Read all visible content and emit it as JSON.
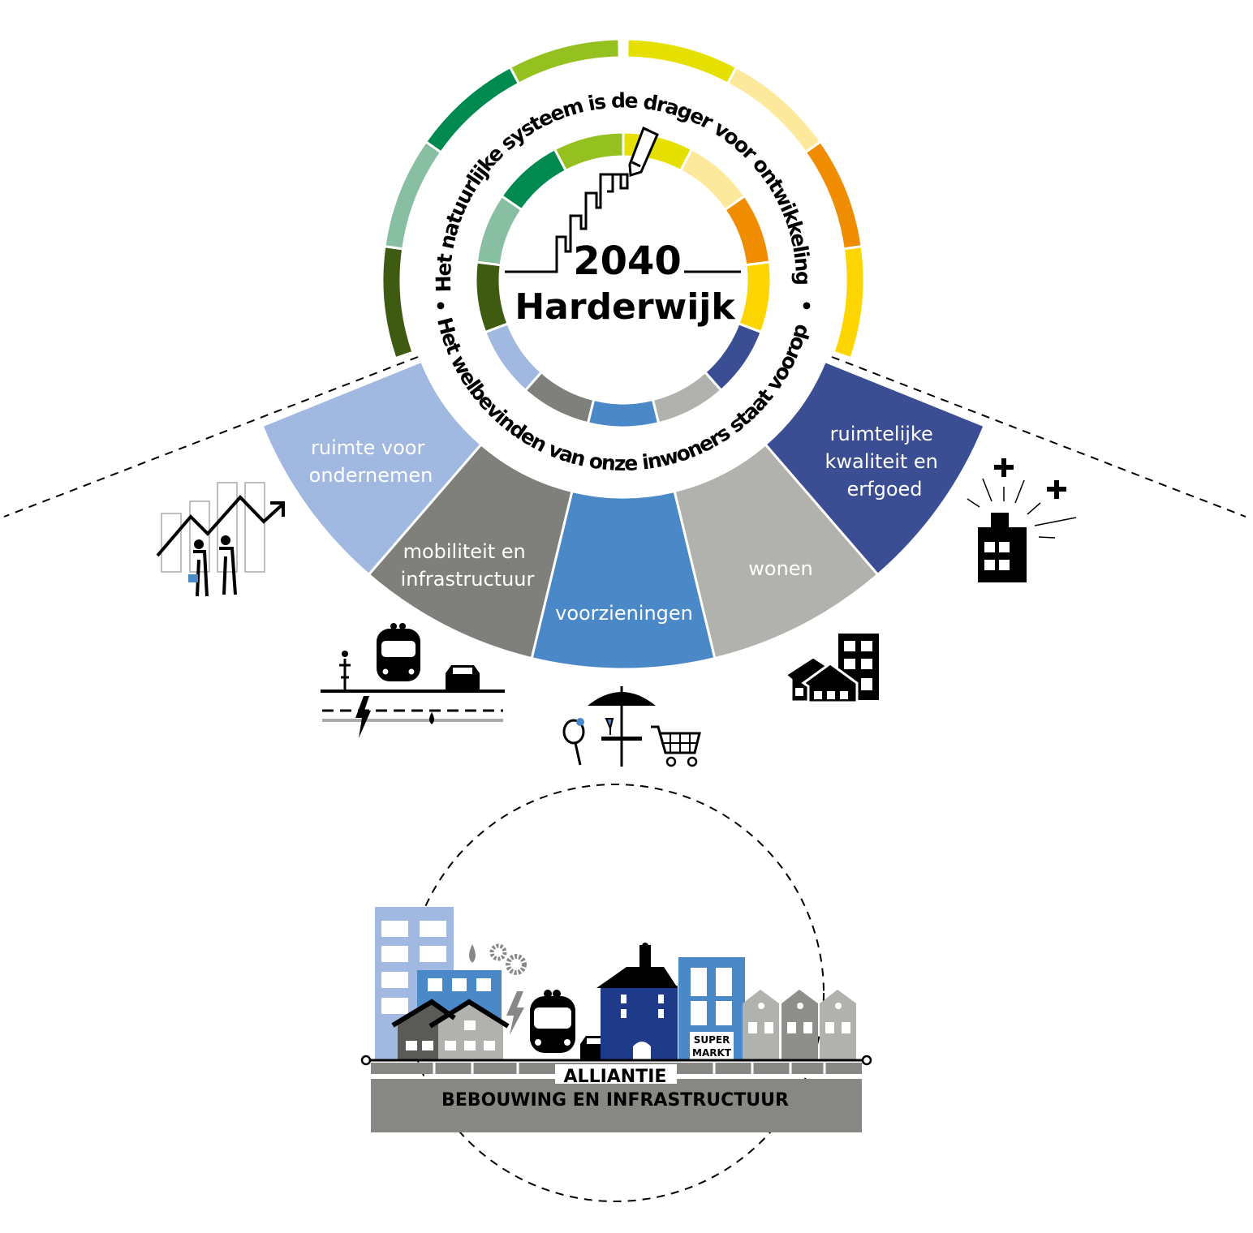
{
  "center": {
    "year": "2040",
    "name": "Harderwijk"
  },
  "ring_text": {
    "top": "Het natuurlijke systeem is de drager voor ontwikkeling",
    "bottom": "Het welbevinden van onze inwoners staat voorop",
    "separator": "•"
  },
  "colors": {
    "olive": "#3f5b12",
    "teal": "#88bfa2",
    "green": "#008a50",
    "yellowgreen": "#94c11f",
    "yellow": "#e5e000",
    "paleyellow": "#fde99b",
    "orange": "#ef8c00",
    "gold": "#fdd500",
    "navy": "#3b4e93",
    "lightgray": "#b1b2ad",
    "blue": "#4a88c8",
    "darkgray": "#7f807b",
    "lightblue": "#a1b9e1",
    "deepnavy": "#1f3a88"
  },
  "outer_ring": [
    "olive",
    "teal",
    "green",
    "yellowgreen",
    "yellow",
    "paleyellow",
    "orange",
    "gold"
  ],
  "inner_ring": [
    "yellow",
    "paleyellow",
    "orange",
    "gold",
    "navy",
    "lightgray",
    "blue",
    "darkgray",
    "lightblue",
    "olive",
    "teal",
    "green",
    "yellowgreen"
  ],
  "sectors": [
    {
      "id": "ruimtelijke-kwaliteit",
      "color": "navy",
      "lines": [
        "ruimtelijke",
        "kwaliteit en",
        "erfgoed"
      ]
    },
    {
      "id": "wonen",
      "color": "lightgray",
      "lines": [
        "wonen"
      ]
    },
    {
      "id": "voorzieningen",
      "color": "blue",
      "lines": [
        "voorzieningen"
      ]
    },
    {
      "id": "mobiliteit",
      "color": "darkgray",
      "lines": [
        "mobiliteit en",
        "infrastructuur"
      ]
    },
    {
      "id": "ruimte-voor-ondernemen",
      "color": "lightblue",
      "lines": [
        "ruimte voor",
        "ondernemen"
      ]
    }
  ],
  "alliance": {
    "line1": "ALLIANTIE",
    "line2": "BEBOUWING EN INFRASTRUCTUUR",
    "supermarket_sign": [
      "SUPER",
      "MARKT"
    ]
  }
}
